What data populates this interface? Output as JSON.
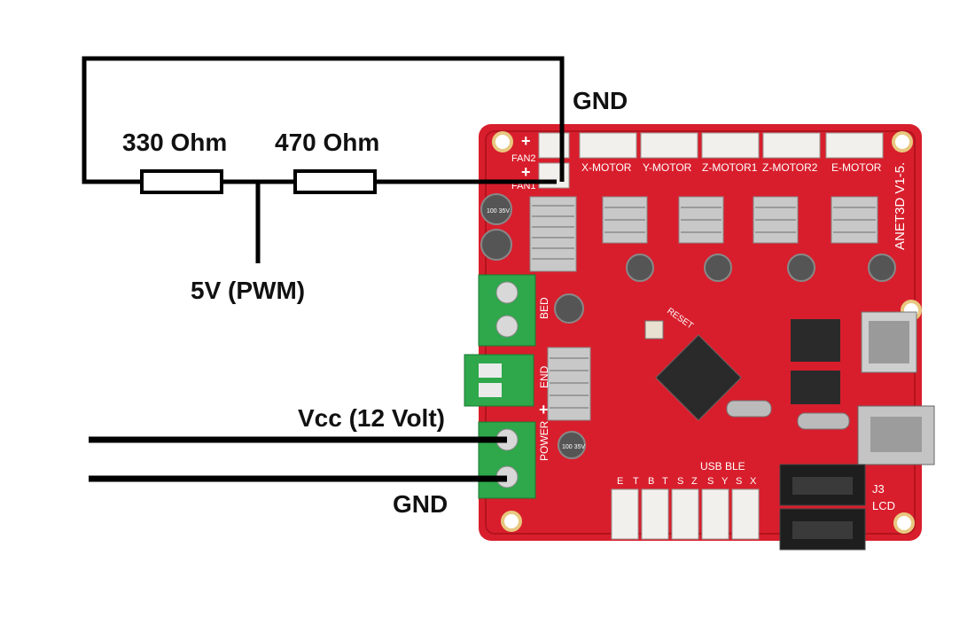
{
  "labels": {
    "gnd_top": "GND",
    "r1": "330 Ohm",
    "r2": "470 Ohm",
    "pwm": "5V (PWM)",
    "vcc": "Vcc (12 Volt)",
    "gnd_bottom": "GND"
  },
  "board": {
    "brand": "ANET3D V1-5.",
    "fan_connectors": [
      "FAN2",
      "FAN1"
    ],
    "motor_connectors": [
      "X-MOTOR",
      "Y-MOTOR",
      "Z-MOTOR1",
      "Z-MOTOR2",
      "E-MOTOR"
    ],
    "terminal_labels": [
      "BED",
      "END",
      "POWER"
    ],
    "plus_sign": "+",
    "reset_label": "RESET",
    "usb_ble": "USB BLE",
    "endstop_letters": [
      "E",
      "T",
      "B",
      "T",
      "S",
      "Z",
      "S",
      "Y",
      "S",
      "X"
    ],
    "j3_label": "J3",
    "lcd_label": "LCD",
    "cap_text": "100 35V",
    "colors": {
      "pcb": "#d81e2c",
      "pcb_dark": "#b3131f",
      "terminal": "#2ea84a",
      "connector": "#f2f0ec",
      "heatsink": "#c8c8c8",
      "wire": "#000000"
    }
  }
}
